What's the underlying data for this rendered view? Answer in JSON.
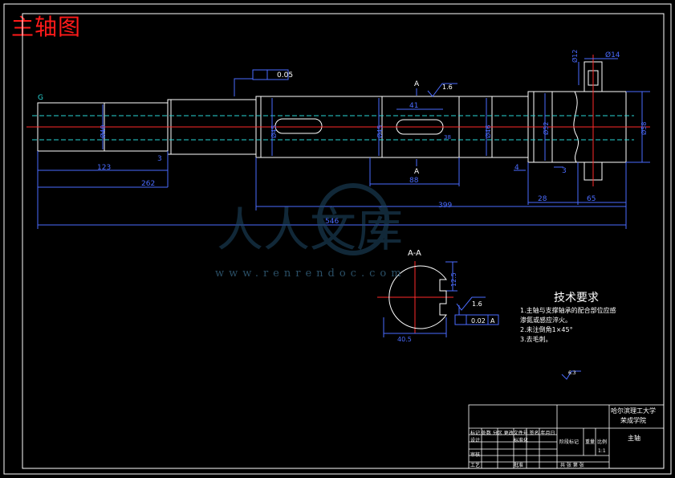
{
  "title": "主轴图",
  "dims": {
    "d_left": "Ø40",
    "d_center1": "Ø45",
    "d_center2": "Ø45",
    "d_mid": "Ø46",
    "d_right1": "Ø52",
    "d_right2": "Ø58",
    "d_top14": "Ø14",
    "d_top12": "Ø12",
    "len_123": "123",
    "len_3a": "3",
    "len_262": "262",
    "len_88": "88",
    "len_41": "41",
    "len_399": "399",
    "len_546": "546",
    "len_4": "4",
    "len_3b": "3",
    "len_28": "28",
    "len_65": "65",
    "key_width": "38",
    "tol_flat": "0.05",
    "tol_perp": "0.02",
    "rough_a": "1.6",
    "rough_b": "1.6",
    "sec_label": "A-A",
    "sec_A_top": "A",
    "sec_A_bot": "A",
    "sec_dia": "40.5",
    "sec_key": "12.5",
    "datum_A": "A",
    "label_G": "G",
    "rough_general": "6.3"
  },
  "tech": {
    "title": "技术要求",
    "lines": [
      "1.主轴与支撑轴承的配合部位应感",
      "  渗氮或感应淬火。",
      "2.未注倒角1×45°",
      "3.去毛刺。"
    ]
  },
  "titleblock": {
    "school_line1": "哈尔滨理工大学",
    "school_line2": "荣成学院",
    "part_name": "主轴",
    "scale": "1:1",
    "row_header": "标记 处数 分区 更改文件号 签名 年月日",
    "design": "设计",
    "standard": "标准化",
    "stage": "阶段标记",
    "weight": "重量",
    "ratio": "比例",
    "review": "审核",
    "process": "工艺",
    "approve": "批准",
    "sheets": "共 张 第 张"
  },
  "watermark": {
    "text": "人人文库",
    "url": "www.renrendoc.com"
  },
  "colors": {
    "outline": "#ffffff",
    "dim": "#4a6bff",
    "center": "#ff2a2a",
    "hidden": "#29d6d6",
    "title": "#ff1a1a",
    "watermark": "#1f4a66"
  }
}
